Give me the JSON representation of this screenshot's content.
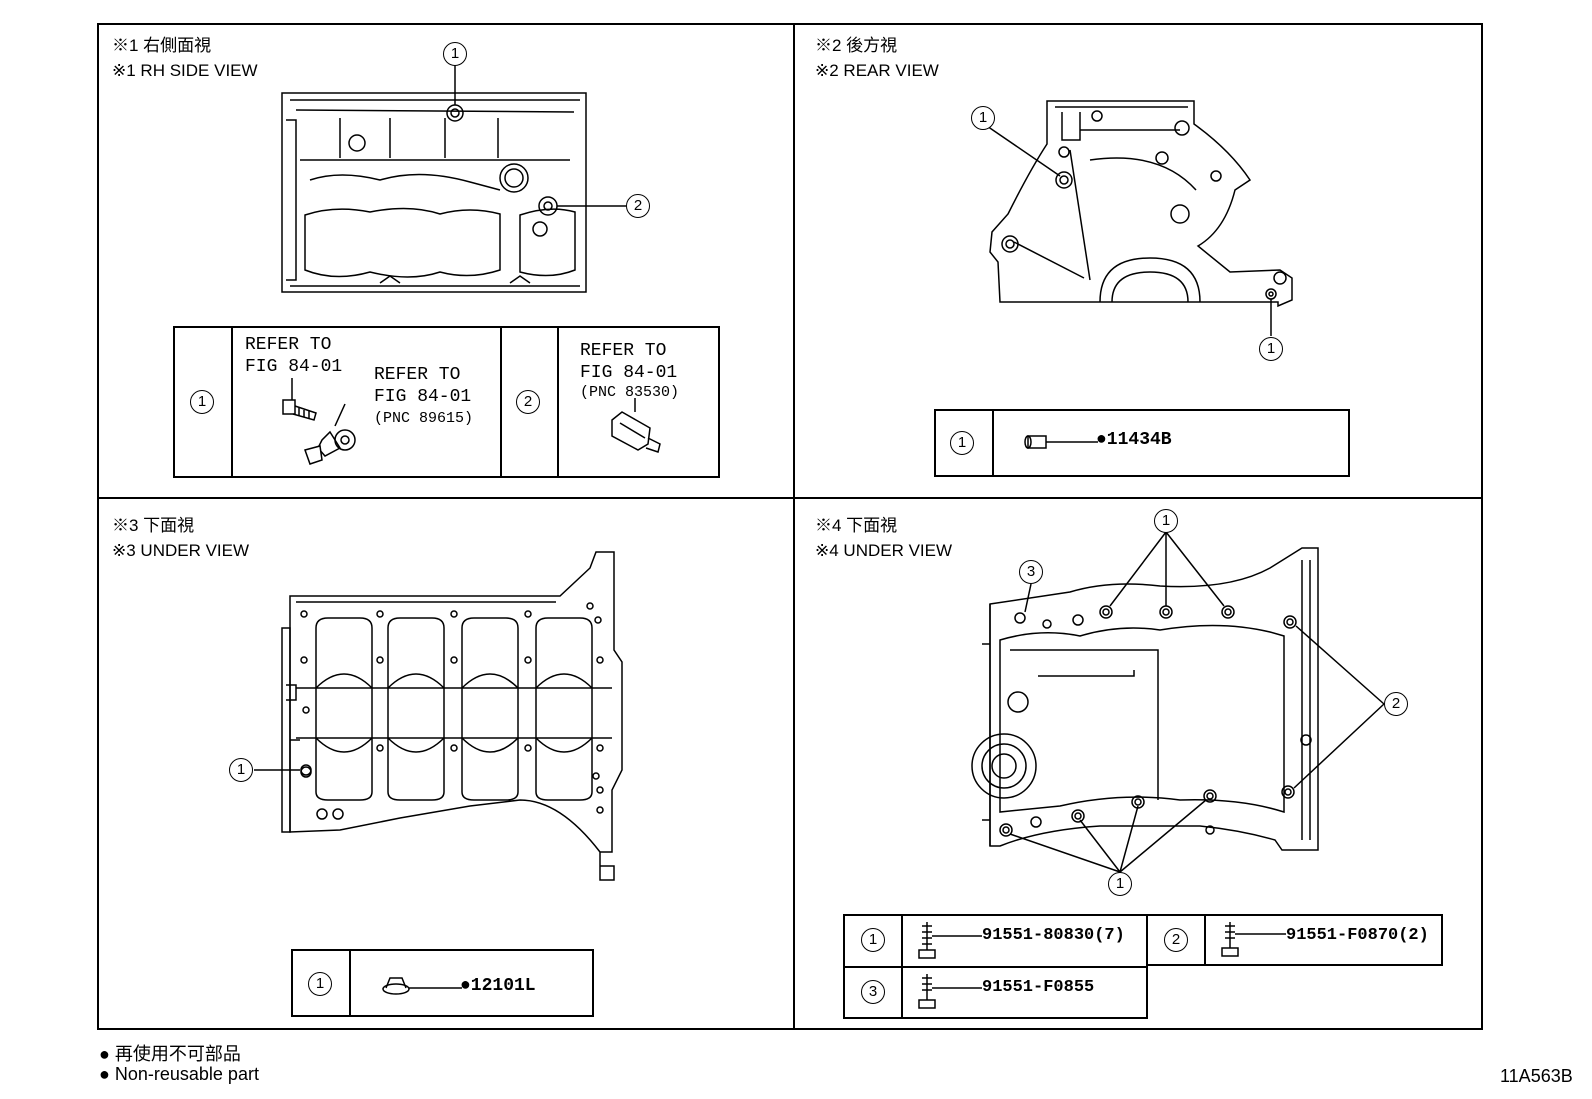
{
  "views": [
    {
      "title_jp": "※1 右側面視",
      "title_en": "※1 RH SIDE VIEW"
    },
    {
      "title_jp": "※2 後方視",
      "title_en": "※2 REAR VIEW"
    },
    {
      "title_jp": "※3 下面視",
      "title_en": "※3 UNDER VIEW"
    },
    {
      "title_jp": "※4 下面視",
      "title_en": "※4 UNDER VIEW"
    }
  ],
  "callouts": {
    "one": "1",
    "two": "2",
    "three": "3"
  },
  "rh_table": {
    "ref1_line1": "REFER TO",
    "ref1_line2": "FIG 84-01",
    "ref2_line1": "REFER TO",
    "ref2_line2": "FIG 84-01",
    "ref2_pnc": "(PNC 89615)",
    "ref3_line1": "REFER TO",
    "ref3_line2": "FIG 84-01",
    "ref3_pnc": "(PNC 83530)"
  },
  "rear_table": {
    "part": "●11434B"
  },
  "under3_table": {
    "part": "●12101L"
  },
  "under4_table": {
    "part1": "91551-80830(7)",
    "part2": "91551-F0870(2)",
    "part3": "91551-F0855"
  },
  "legend": {
    "jp": "● 再使用不可部品",
    "en": "● Non-reusable part"
  },
  "figure_code": "11A563B"
}
